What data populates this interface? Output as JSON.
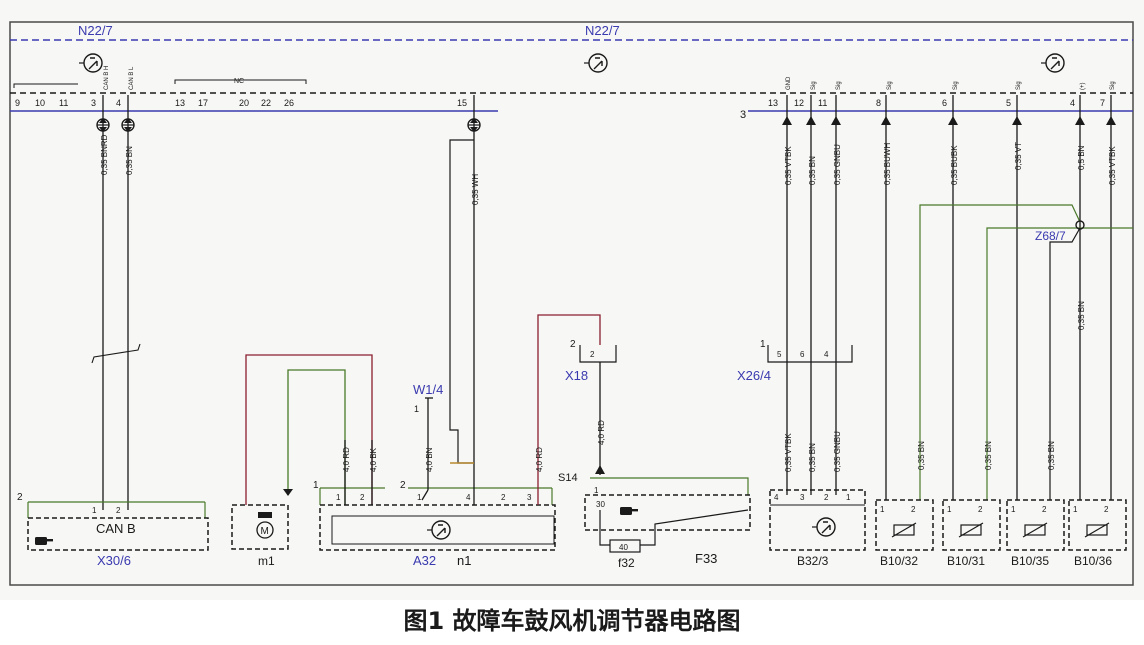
{
  "caption": "图1 故障车鼓风机调节器电路图",
  "colors": {
    "frame": "#4a4a4a",
    "bus_dashed": "#3a3ab0",
    "label_blue": "#3a3ab0",
    "wire_red": "#8a2030",
    "wire_green": "#4a7a2a",
    "wire_black": "#1a1a1a",
    "background": "#f7f7f5"
  },
  "icons": [
    "control-unit-icon",
    "connector-icon",
    "ground-icon",
    "motor-icon",
    "hand-pointer-icon",
    "thermistor-icon"
  ],
  "modules": {
    "n22_left": "N22/7",
    "n22_center": "N22/7",
    "x30": "X30/6",
    "can_b": "CAN B",
    "m1": "m1",
    "a32": "A32",
    "n1": "n1",
    "w1": "W1/4",
    "x18": "X18",
    "s14": "S14",
    "f33": "F33",
    "f32": "f32",
    "fuse_rating": "40",
    "x26": "X26/4",
    "b32": "B32/3",
    "z68": "Z68/7",
    "b1032": "B10/32",
    "b1031": "B10/31",
    "b1035": "B10/35",
    "b1036": "B10/36"
  },
  "top_pins": {
    "left": [
      "9",
      "10",
      "11",
      "3",
      "4",
      "13",
      "17",
      "20",
      "22",
      "26",
      "15"
    ],
    "right": [
      "13",
      "12",
      "11",
      "8",
      "6",
      "5",
      "4",
      "7"
    ],
    "right_group": "3",
    "nc": "NC",
    "sig_can_h": "CAN B H",
    "sig_can_l": "CAN B L",
    "sig_gnd": "GND",
    "sig": "Sig",
    "sig_plus": "(+)"
  },
  "wires": {
    "can_h": "0,35 BNRD",
    "can_l": "0,35 BN",
    "wh": "0,35 WH",
    "rd1": "4,0 RD",
    "bk1": "4,0 BK",
    "bn1": "4,0 BN",
    "rd2": "4,0 RD",
    "rd3": "4,0 RD",
    "vtbk_top": "0,35 VTBK",
    "bn_top": "0,35 BN",
    "gnbu_top": "0,35 GNBU",
    "buwh": "0,35 BUWH",
    "bubk": "0,35 BUBK",
    "vt": "0,35 VT",
    "bn_05": "0,5 BN",
    "vtbk_right": "0,35 VTBK",
    "vtbk_low": "0,35 VTBK",
    "bn_low": "0,35 BN",
    "gnbu_low": "0,35 GNBU",
    "bn_b1": "0,35 BN",
    "bn_b2": "0,35 BN",
    "bn_b3": "0,35 BN",
    "bn_z68": "0,35 BN"
  },
  "pin_labels": {
    "one": "1",
    "two": "2",
    "three": "3",
    "four": "4",
    "five": "5",
    "six": "6",
    "thirty": "30"
  }
}
